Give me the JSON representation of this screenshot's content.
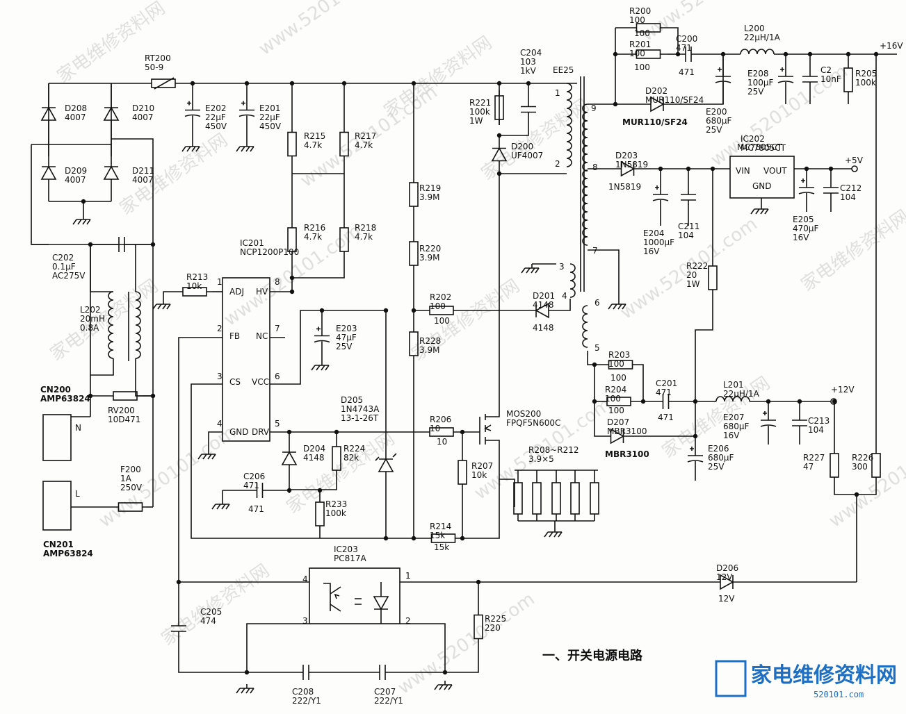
{
  "title": "一、开关电源电路",
  "logo": {
    "text": "家电维修资料网",
    "url": "520101.com"
  },
  "watermarks": [
    "家电维修资料网",
    "www.520101.com"
  ],
  "components": {
    "RT200": [
      "RT200",
      "50-9"
    ],
    "D208": [
      "D208",
      "4007"
    ],
    "D210": [
      "D210",
      "4007"
    ],
    "D209": [
      "D209",
      "4007"
    ],
    "D211": [
      "D211",
      "4007"
    ],
    "C202": [
      "C202",
      "0.1μF",
      "AC275V"
    ],
    "L202": [
      "L202",
      "20mH",
      "0.8A"
    ],
    "CN200": [
      "CN200",
      "AMP63824"
    ],
    "CN201": [
      "CN201",
      "AMP63824"
    ],
    "RV200": [
      "RV200",
      "10D471"
    ],
    "F200": [
      "F200",
      "1A",
      "250V"
    ],
    "E202": [
      "E202",
      "22μF",
      "450V"
    ],
    "E201": [
      "E201",
      "22μF",
      "450V"
    ],
    "R215": [
      "R215",
      "4.7k"
    ],
    "R217": [
      "R217",
      "4.7k"
    ],
    "R216": [
      "R216",
      "4.7k"
    ],
    "R218": [
      "R218",
      "4.7k"
    ],
    "IC201": [
      "IC201",
      "NCP1200P100"
    ],
    "R213": [
      "R213",
      "10k"
    ],
    "E203": [
      "E203",
      "47μF",
      "25V"
    ],
    "R219": [
      "R219",
      "3.9M"
    ],
    "R220": [
      "R220",
      "3.9M"
    ],
    "R228": [
      "R228",
      "3.9M"
    ],
    "R202": [
      "R202",
      "100"
    ],
    "R221": [
      "R221",
      "100k",
      "1W"
    ],
    "C204": [
      "C204",
      "103",
      "1kV"
    ],
    "D200": [
      "D200",
      "UF4007"
    ],
    "EE25": [
      "EE25"
    ],
    "D201": [
      "D201",
      "4148"
    ],
    "D205": [
      "D205",
      "1N4743A",
      "13-1-26T"
    ],
    "R206": [
      "R206",
      "10"
    ],
    "MOS200": [
      "MOS200",
      "FPQF5N600C"
    ],
    "R207": [
      "R207",
      "10k"
    ],
    "R208": [
      "R208~R212",
      "3.9×5"
    ],
    "R214": [
      "R214",
      "15k"
    ],
    "D204": [
      "D204",
      "4148"
    ],
    "R224": [
      "R224",
      "82k"
    ],
    "C206": [
      "C206",
      "471"
    ],
    "R233": [
      "R233",
      "100k"
    ],
    "IC203": [
      "IC203",
      "PC817A"
    ],
    "C205": [
      "C205",
      "474"
    ],
    "R225": [
      "R225",
      "220"
    ],
    "C208": [
      "C208",
      "222/Y1"
    ],
    "C207": [
      "C207",
      "222/Y1"
    ],
    "D206": [
      "D206",
      "12V"
    ],
    "R200": [
      "R200",
      "100"
    ],
    "R201": [
      "R201",
      "100"
    ],
    "C200": [
      "C200",
      "471"
    ],
    "L200": [
      "L200",
      "22μH/1A"
    ],
    "E208": [
      "E208",
      "100μF",
      "25V"
    ],
    "C2": [
      "C2",
      "10nF"
    ],
    "R205": [
      "R205",
      "100k"
    ],
    "D202": [
      "D202",
      "MUR110/SF24"
    ],
    "E200": [
      "E200",
      "680μF",
      "25V"
    ],
    "D203": [
      "D203",
      "1N5819"
    ],
    "IC202": [
      "IC202",
      "MC7805CT"
    ],
    "E204": [
      "E204",
      "1000μF",
      "16V"
    ],
    "C211": [
      "C211",
      "104"
    ],
    "E205": [
      "E205",
      "470μF",
      "16V"
    ],
    "C212": [
      "C212",
      "104"
    ],
    "R222": [
      "R222",
      "20",
      "1W"
    ],
    "R203": [
      "R203",
      "100"
    ],
    "R204": [
      "R204",
      "100"
    ],
    "C201": [
      "C201",
      "471"
    ],
    "L201": [
      "L201",
      "22μH/1A"
    ],
    "D207": [
      "D207",
      "MBR3100"
    ],
    "E206": [
      "E206",
      "680μF",
      "25V"
    ],
    "E207": [
      "E207",
      "680μF",
      "16V"
    ],
    "C213": [
      "C213",
      "104"
    ],
    "R227": [
      "R227",
      "47"
    ],
    "R226": [
      "R226",
      "300"
    ]
  },
  "ic_pins": {
    "IC201": [
      "ADJ",
      "HV",
      "FB",
      "NC",
      "CS",
      "VCC",
      "GND",
      "DRV"
    ],
    "IC202": [
      "VIN",
      "VOUT",
      "GND"
    ]
  },
  "pin_numbers": [
    "1",
    "2",
    "3",
    "4",
    "5",
    "6",
    "7",
    "8",
    "9"
  ],
  "connector_labels": [
    "N",
    "L"
  ],
  "rails": [
    "+16V",
    "+5V",
    "+12V"
  ]
}
